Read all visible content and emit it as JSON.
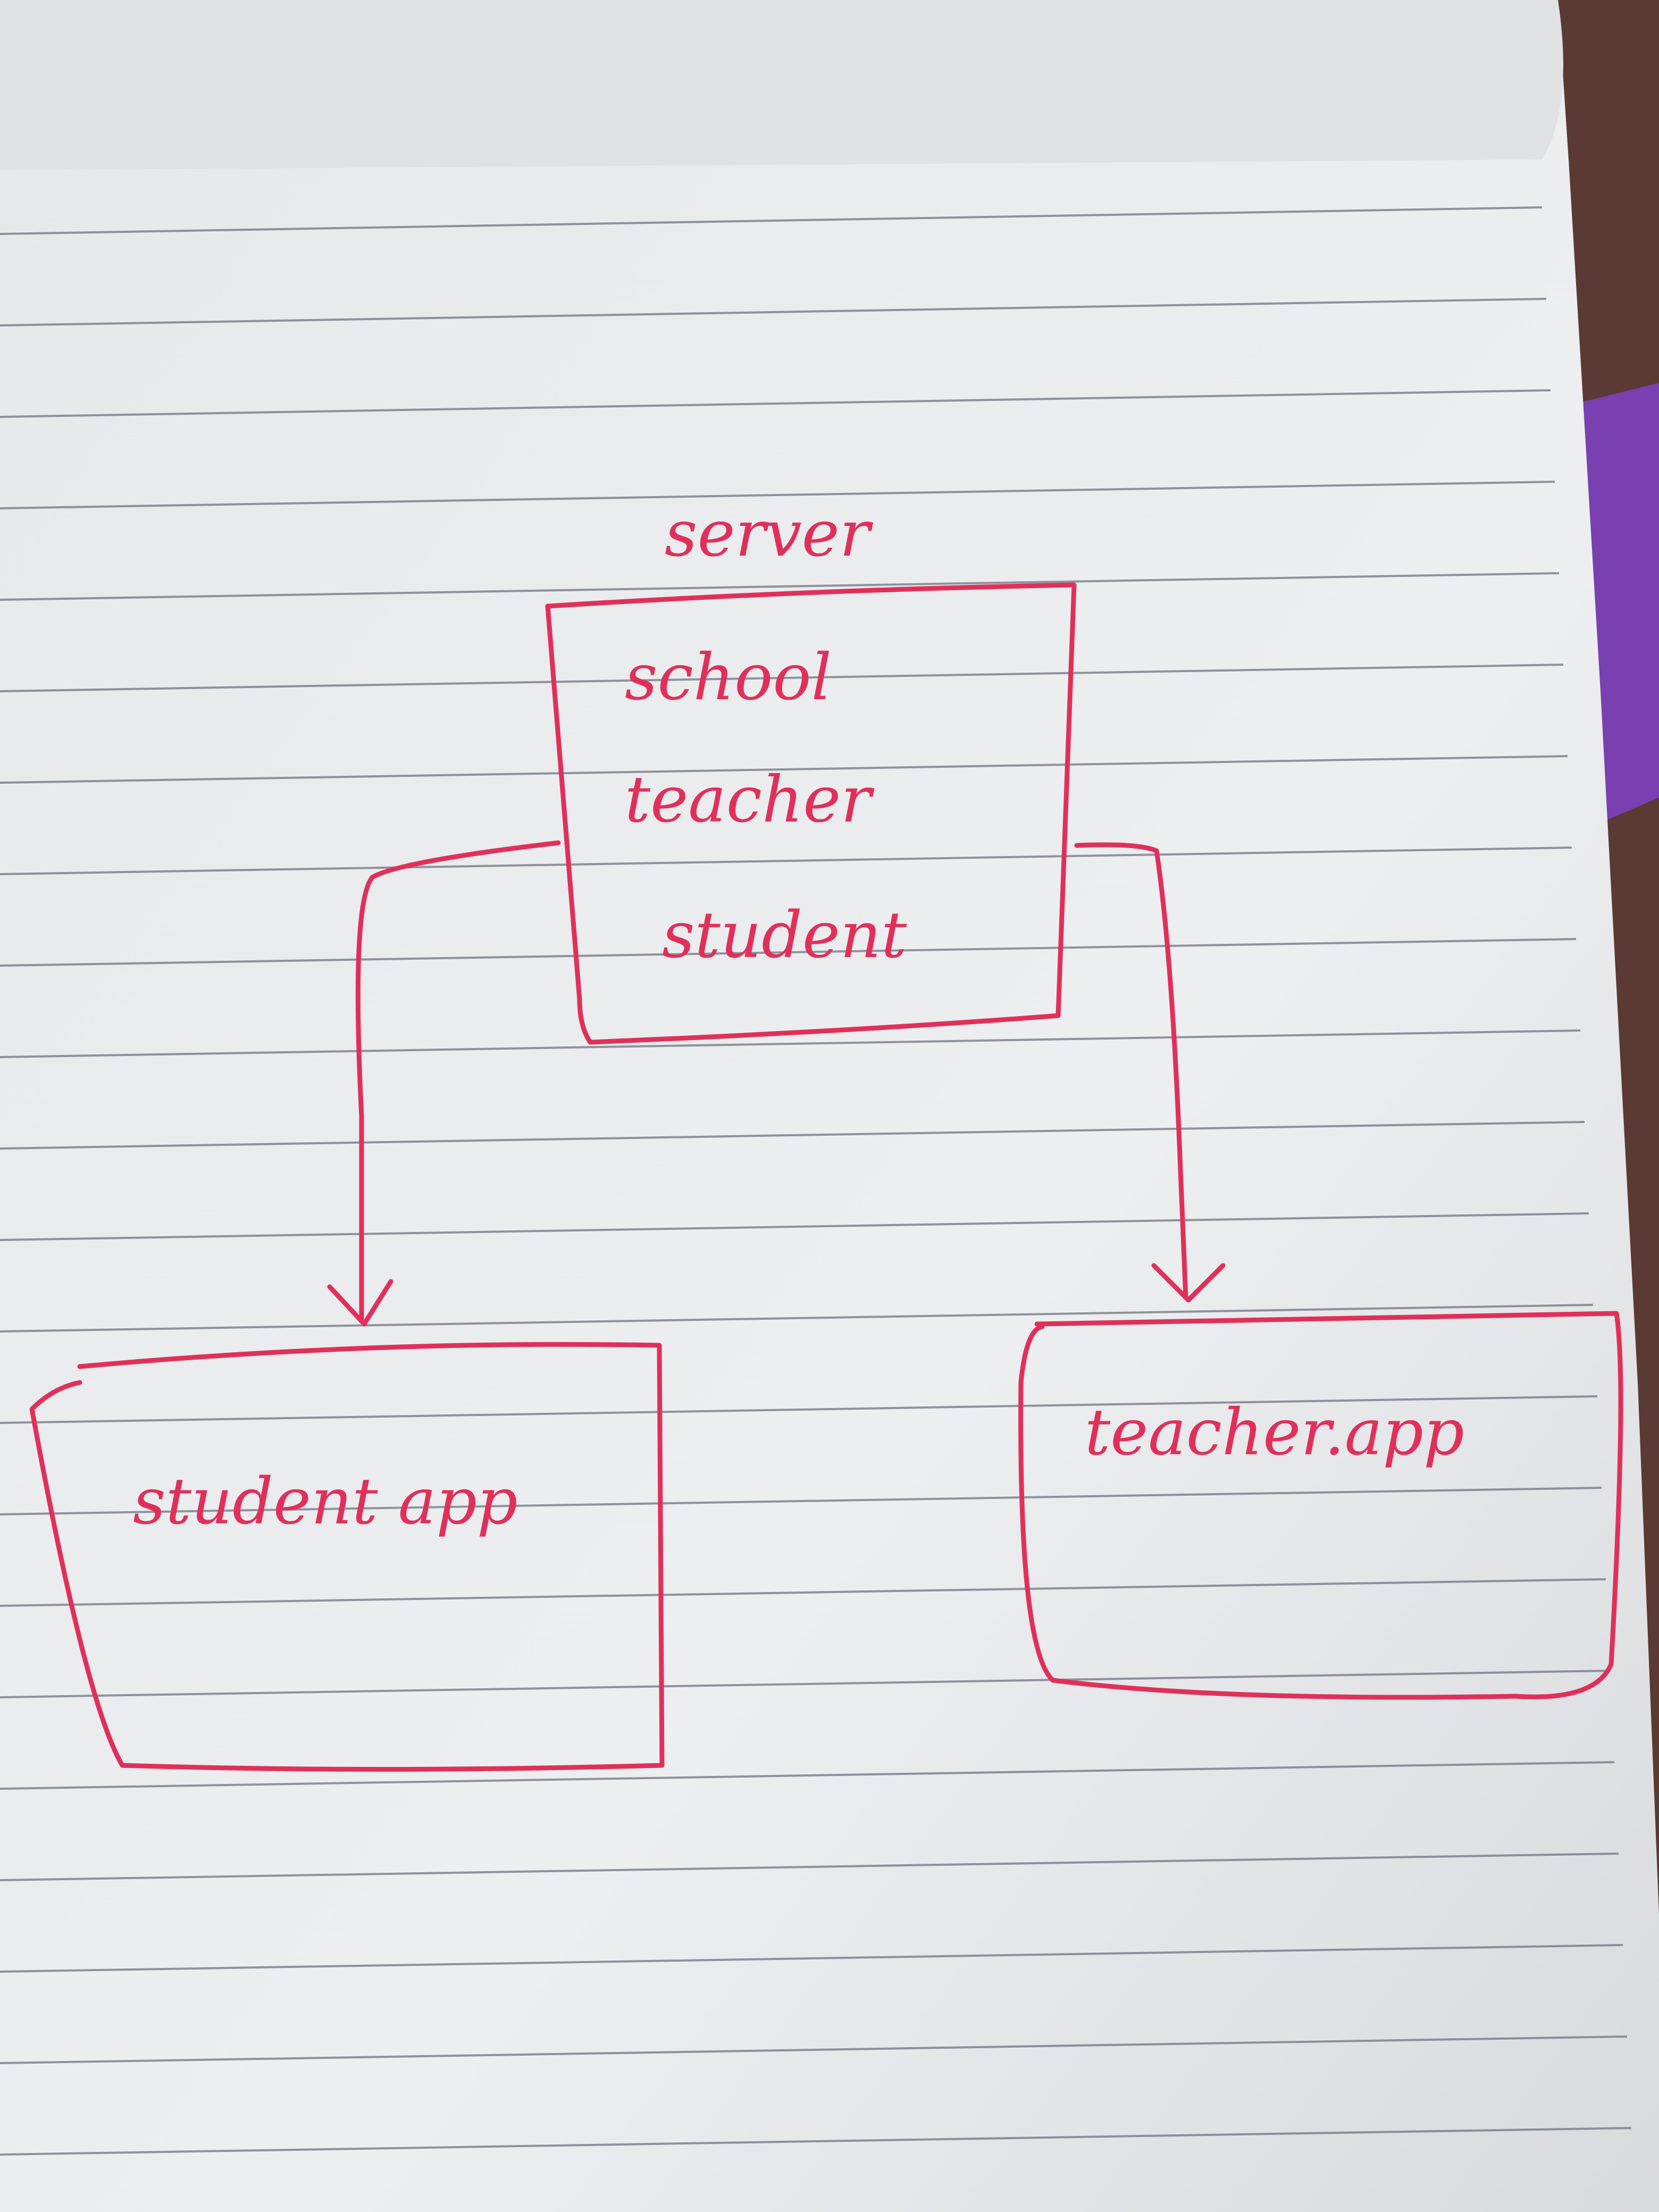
{
  "diagram": {
    "server": {
      "title": "server",
      "items": [
        "school",
        "teacher",
        "student"
      ]
    },
    "student_app": {
      "label": "student app"
    },
    "teacher_app": {
      "label": "teacher.app"
    },
    "edges": [
      {
        "from": "server",
        "to": "student_app"
      },
      {
        "from": "server",
        "to": "teacher_app"
      }
    ]
  },
  "colors": {
    "ink": "#e0305a",
    "paper": "#eceef0",
    "rules": "#6f7480",
    "background": "#5a3a32"
  }
}
